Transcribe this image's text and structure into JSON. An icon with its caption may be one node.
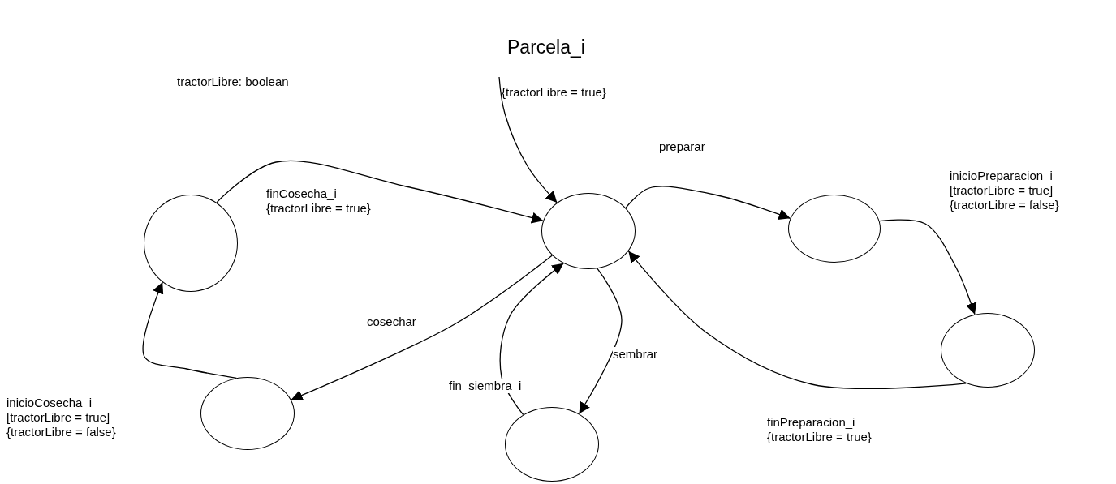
{
  "diagram": {
    "title": "Parcela_i",
    "nodes": [
      {
        "text": [],
        "shape": "circle"
      },
      {
        "text": [],
        "shape": "circle"
      },
      {
        "text": [],
        "shape": "circle"
      },
      {
        "text": [],
        "shape": "circle"
      },
      {
        "text": [],
        "shape": "circle"
      },
      {
        "text": [],
        "shape": "circle"
      }
    ],
    "edges": [
      {
        "from": null,
        "to": 0,
        "arrow": "to",
        "label": "{tractorLibre = true}"
      },
      {
        "from": 0,
        "to": 2,
        "arrow": "to",
        "label": "preparar"
      },
      {
        "from": 2,
        "to": 3,
        "arrow": "to",
        "label": "inicioPreparacion_i [tractorLibre = true] {tractorLibre = false}"
      },
      {
        "from": 3,
        "to": 0,
        "arrow": "to",
        "label": "finPreparacion_i {tractorLibre = true}"
      },
      {
        "from": 0,
        "to": 5,
        "arrow": "to",
        "label": "sembrar"
      },
      {
        "from": 5,
        "to": 0,
        "arrow": "to",
        "label": "fin_siembra_i"
      },
      {
        "from": 0,
        "to": 4,
        "arrow": "to",
        "label": "cosechar"
      },
      {
        "from": 4,
        "to": 1,
        "arrow": "to",
        "label": "inicioCosecha_i [tractorLibre = true] {tractorLibre = false}"
      },
      {
        "from": 1,
        "to": 0,
        "arrow": "to",
        "label": "finCosecha_i {tractorLibre = true}"
      }
    ],
    "labels": [
      "tractorLibre: boolean"
    ]
  }
}
